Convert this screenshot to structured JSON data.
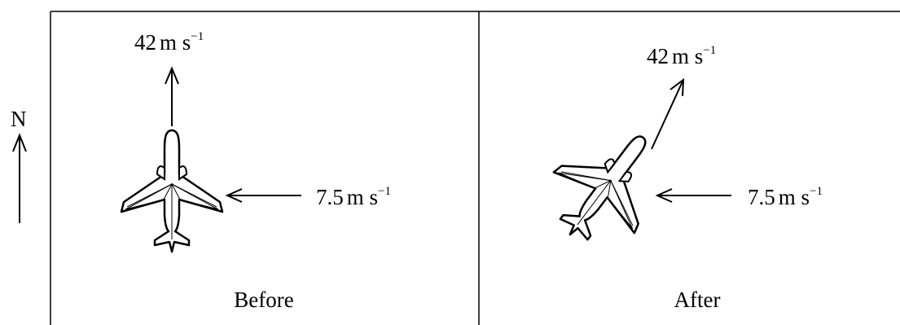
{
  "compass": {
    "label": "N"
  },
  "before": {
    "caption": "Before",
    "plane_speed": {
      "value": "42",
      "unit": "m s",
      "exponent": "−1"
    },
    "wind_speed": {
      "value": "7.5",
      "unit": "m s",
      "exponent": "−1"
    }
  },
  "after": {
    "caption": "After",
    "plane_speed": {
      "value": "42",
      "unit": "m s",
      "exponent": "−1"
    },
    "wind_speed": {
      "value": "7.5",
      "unit": "m s",
      "exponent": "−1"
    }
  },
  "icons": [
    "north-arrow-icon",
    "airplane-icon",
    "velocity-arrow-icon",
    "wind-arrow-icon"
  ]
}
